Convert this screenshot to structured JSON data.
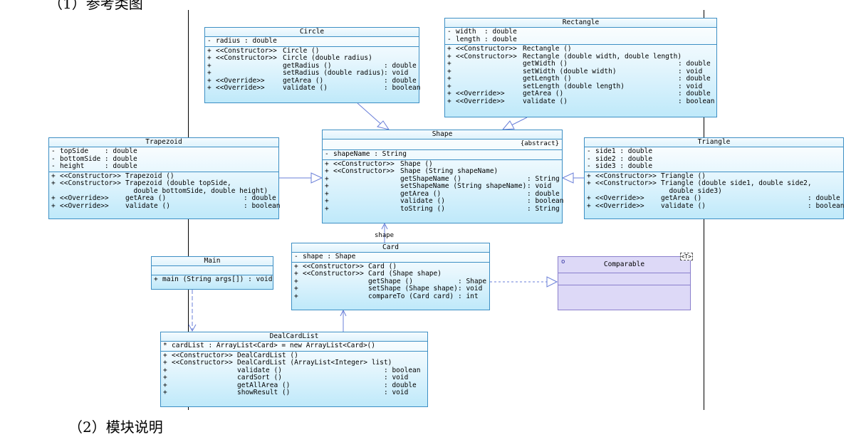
{
  "page": {
    "caption_top": "（1）参考类图",
    "caption_bottom": "（2）模块说明"
  },
  "classes": {
    "circle": {
      "name": "Circle",
      "attributes": [
        {
          "vis": "-",
          "text": "radius : double"
        }
      ],
      "operations": [
        {
          "vis": "+",
          "stereo": "<<Constructor>>",
          "sig": "Circle ()",
          "type": ""
        },
        {
          "vis": "+",
          "stereo": "<<Constructor>>",
          "sig": "Circle (double radius)",
          "type": ""
        },
        {
          "vis": "+",
          "stereo": "",
          "sig": "getRadius ()",
          "type": ": double"
        },
        {
          "vis": "+",
          "stereo": "",
          "sig": "setRadius (double radius)",
          "type": ": void"
        },
        {
          "vis": "+",
          "stereo": "<<Override>>",
          "sig": "getArea ()",
          "type": ": double"
        },
        {
          "vis": "+",
          "stereo": "<<Override>>",
          "sig": "validate ()",
          "type": ": boolean"
        }
      ]
    },
    "rectangle": {
      "name": "Rectangle",
      "attributes": [
        {
          "vis": "-",
          "text": "width  : double"
        },
        {
          "vis": "-",
          "text": "length : double"
        }
      ],
      "operations": [
        {
          "vis": "+",
          "stereo": "<<Constructor>>",
          "sig": "Rectangle ()",
          "type": ""
        },
        {
          "vis": "+",
          "stereo": "<<Constructor>>",
          "sig": "Rectangle (double width, double length)",
          "type": ""
        },
        {
          "vis": "+",
          "stereo": "",
          "sig": "getWidth ()",
          "type": ": double"
        },
        {
          "vis": "+",
          "stereo": "",
          "sig": "setWidth (double width)",
          "type": ": void"
        },
        {
          "vis": "+",
          "stereo": "",
          "sig": "getLength ()",
          "type": ": double"
        },
        {
          "vis": "+",
          "stereo": "",
          "sig": "setLength (double length)",
          "type": ": void"
        },
        {
          "vis": "+",
          "stereo": "<<Override>>",
          "sig": "getArea ()",
          "type": ": double"
        },
        {
          "vis": "+",
          "stereo": "<<Override>>",
          "sig": "validate ()",
          "type": ": boolean"
        }
      ]
    },
    "shape": {
      "name": "Shape",
      "stereotype": "{abstract}",
      "attributes": [
        {
          "vis": "-",
          "text": "shapeName : String"
        }
      ],
      "operations": [
        {
          "vis": "+",
          "stereo": "<<Constructor>>",
          "sig": "Shape ()",
          "type": ""
        },
        {
          "vis": "+",
          "stereo": "<<Constructor>>",
          "sig": "Shape (String shapeName)",
          "type": ""
        },
        {
          "vis": "+",
          "stereo": "",
          "sig": "getShapeName ()",
          "type": ": String"
        },
        {
          "vis": "+",
          "stereo": "",
          "sig": "setShapeName (String shapeName)",
          "type": ": void"
        },
        {
          "vis": "+",
          "stereo": "",
          "sig": "getArea ()",
          "type": ": double"
        },
        {
          "vis": "+",
          "stereo": "",
          "sig": "validate ()",
          "type": ": boolean"
        },
        {
          "vis": "+",
          "stereo": "",
          "sig": "toString ()",
          "type": ": String"
        }
      ]
    },
    "trapezoid": {
      "name": "Trapezoid",
      "attributes": [
        {
          "vis": "-",
          "text": "topSide    : double"
        },
        {
          "vis": "-",
          "text": "bottomSide : double"
        },
        {
          "vis": "-",
          "text": "height     : double"
        }
      ],
      "operations": [
        {
          "vis": "+",
          "stereo": "<<Constructor>>",
          "sig": "Trapezoid ()",
          "type": ""
        },
        {
          "vis": "+",
          "stereo": "<<Constructor>>",
          "sig": "Trapezoid (double topSide,",
          "type": ""
        },
        {
          "vis": "",
          "stereo": "",
          "sig": "  double bottomSide, double height)",
          "type": ""
        },
        {
          "vis": "+",
          "stereo": "<<Override>>",
          "sig": "getArea ()",
          "type": ": double"
        },
        {
          "vis": "+",
          "stereo": "<<Override>>",
          "sig": "validate ()",
          "type": ": boolean"
        }
      ]
    },
    "triangle": {
      "name": "Triangle",
      "attributes": [
        {
          "vis": "-",
          "text": "side1 : double"
        },
        {
          "vis": "-",
          "text": "side2 : double"
        },
        {
          "vis": "-",
          "text": "side3 : double"
        }
      ],
      "operations": [
        {
          "vis": "+",
          "stereo": "<<Constructor>>",
          "sig": "Triangle ()",
          "type": ""
        },
        {
          "vis": "+",
          "stereo": "<<Constructor>>",
          "sig": "Triangle (double side1, double side2,",
          "type": ""
        },
        {
          "vis": "",
          "stereo": "",
          "sig": "  double side3)",
          "type": ""
        },
        {
          "vis": "+",
          "stereo": "<<Override>>",
          "sig": "getArea ()",
          "type": ": double"
        },
        {
          "vis": "+",
          "stereo": "<<Override>>",
          "sig": "validate ()",
          "type": ": boolean"
        }
      ]
    },
    "main": {
      "name": "Main",
      "operations": [
        {
          "vis": "+",
          "stereo": "",
          "sig": "main (String args[]) : void",
          "type": ""
        }
      ]
    },
    "card": {
      "name": "Card",
      "attributes": [
        {
          "vis": "-",
          "text": "shape : Shape"
        }
      ],
      "operations": [
        {
          "vis": "+",
          "stereo": "<<Constructor>>",
          "sig": "Card ()",
          "type": ""
        },
        {
          "vis": "+",
          "stereo": "<<Constructor>>",
          "sig": "Card (Shape shape)",
          "type": ""
        },
        {
          "vis": "+",
          "stereo": "",
          "sig": "getShape ()",
          "type": ": Shape"
        },
        {
          "vis": "+",
          "stereo": "",
          "sig": "setShape (Shape shape)",
          "type": ": void"
        },
        {
          "vis": "+",
          "stereo": "",
          "sig": "compareTo (Card card)",
          "type": ": int"
        }
      ]
    },
    "dealcardlist": {
      "name": "DealCardList",
      "attributes": [
        {
          "vis": "*",
          "text": "cardList : ArrayList<Card> = new ArrayList<Card>()"
        }
      ],
      "operations": [
        {
          "vis": "+",
          "stereo": "<<Constructor>>",
          "sig": "DealCardList ()",
          "type": ""
        },
        {
          "vis": "+",
          "stereo": "<<Constructor>>",
          "sig": "DealCardList (ArrayList<Integer> list)",
          "type": ""
        },
        {
          "vis": "+",
          "stereo": "",
          "sig": "validate ()",
          "type": ": boolean"
        },
        {
          "vis": "+",
          "stereo": "",
          "sig": "cardSort ()",
          "type": ": void"
        },
        {
          "vis": "+",
          "stereo": "",
          "sig": "getAllArea ()",
          "type": ": double"
        },
        {
          "vis": "+",
          "stereo": "",
          "sig": "showResult ()",
          "type": ": void"
        }
      ]
    }
  },
  "interface": {
    "name": "Comparable",
    "type_param": "<T>",
    "symbol": "o"
  },
  "associations": {
    "card_shape_role": "shape"
  },
  "colors": {
    "class_border": "#3d8fc4",
    "class_fill": "#bfe9fa",
    "interface_fill": "#ddd9f7",
    "link": "#6a7fd8"
  }
}
